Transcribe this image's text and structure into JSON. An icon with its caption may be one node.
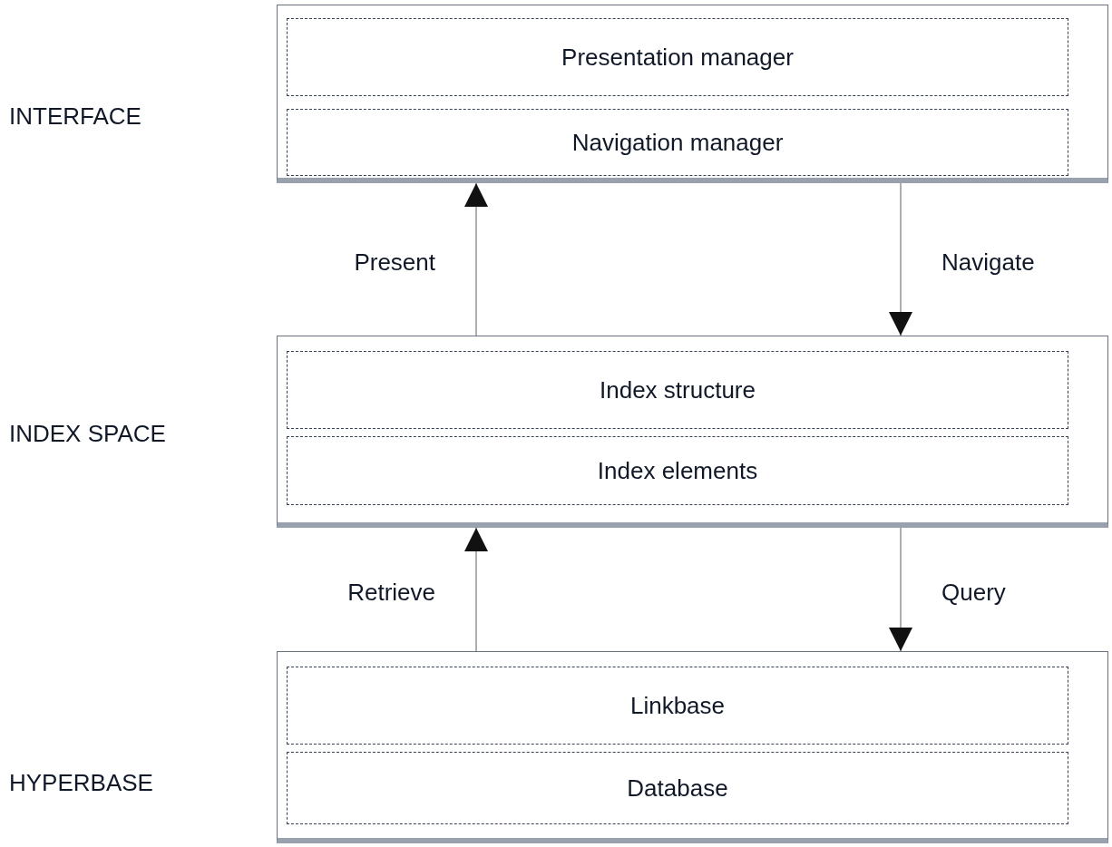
{
  "diagram": {
    "nodes": [
      {
        "text": [],
        "shape": "box"
      },
      {
        "text": [
          "Presentation manager"
        ],
        "in": 0
      },
      {
        "text": [
          "Navigation manager"
        ],
        "in": 0
      },
      {
        "text": [],
        "shape": "box"
      },
      {
        "text": [
          "Index structure"
        ],
        "in": 3
      },
      {
        "text": [
          "Index elements"
        ],
        "in": 3
      },
      {
        "text": [],
        "shape": "box"
      },
      {
        "text": [
          "Linkbase"
        ],
        "in": 6
      },
      {
        "text": [
          "Database"
        ],
        "in": 6
      }
    ],
    "edges": [
      {
        "from": 3,
        "to": 0,
        "arrow": "to",
        "label": "Present"
      },
      {
        "from": 0,
        "to": 3,
        "arrow": "to",
        "label": "Navigate"
      },
      {
        "from": 6,
        "to": 3,
        "arrow": "to",
        "label": "Retrieve"
      },
      {
        "from": 3,
        "to": 6,
        "arrow": "to",
        "label": "Query"
      }
    ],
    "labels": [
      "INTERFACE",
      "INDEX SPACE",
      "HYPERBASE"
    ]
  }
}
